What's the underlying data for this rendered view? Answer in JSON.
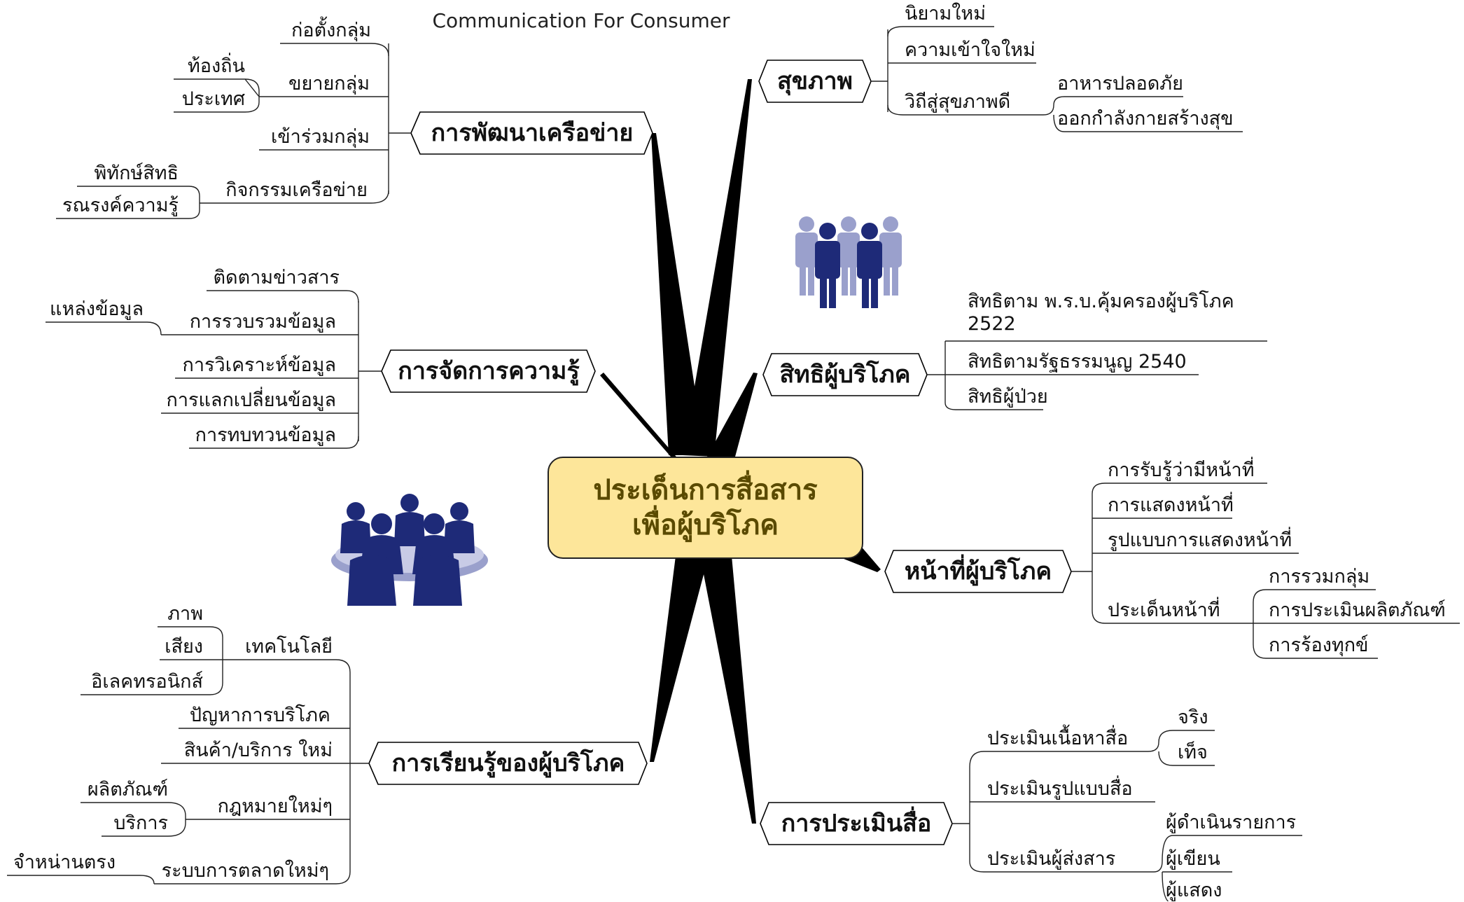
{
  "title": "Communication For Consumer",
  "central": {
    "line1": "ประเด็นการสื่อสาร",
    "line2": "เพื่อผู้บริโภค",
    "fill": "#fde69a"
  },
  "branches": {
    "network": {
      "label": "การพัฒนาเครือข่าย",
      "items": [
        "ก่อตั้งกลุ่ม",
        "ขยายกลุ่ม",
        "เข้าร่วมกลุ่ม",
        "กิจกรรมเครือข่าย"
      ],
      "sub_expand": [
        "ท้องถิ่น",
        "ประเทศ"
      ],
      "sub_activity": [
        "พิทักษ์สิทธิ",
        "รณรงค์ความรู้"
      ]
    },
    "knowledge": {
      "label": "การจัดการความรู้",
      "items": [
        "ติดตามข่าวสาร",
        "การรวบรวมข้อมูล",
        "การวิเคราะห์ข้อมูล",
        "การแลกเปลี่ยนข้อมูล",
        "การทบทวนข้อมูล"
      ],
      "sub_collect": [
        "แหล่งข้อมูล"
      ]
    },
    "learning": {
      "label": "การเรียนรู้ของผู้บริโภค",
      "items": [
        "เทคโนโลยี",
        "ปัญหาการบริโภค",
        "สินค้า/บริการ ใหม่",
        "กฎหมายใหม่ๆ",
        "ระบบการตลาดใหม่ๆ"
      ],
      "sub_tech": [
        "ภาพ",
        "เสียง",
        "อิเลคทรอนิกส์"
      ],
      "sub_law": [
        "ผลิตภัณฑ์",
        "บริการ"
      ],
      "sub_market": [
        "จำหน่านตรง"
      ]
    },
    "health": {
      "label": "สุขภาพ",
      "items": [
        "นิยามใหม่",
        "ความเข้าใจใหม่",
        "วิถีสู่สุขภาพดี"
      ],
      "sub_way": [
        "อาหารปลอดภัย",
        "ออกกำลังกายสร้างสุข"
      ]
    },
    "rights": {
      "label": "สิทธิผู้บริโภค",
      "items": [
        "สิทธิตาม พ.ร.บ.คุ้มครองผู้บริโภค 2522",
        "สิทธิตามรัฐธรรมนูญ 2540",
        "สิทธิผู้ป่วย"
      ]
    },
    "duty": {
      "label": "หน้าที่ผู้บริโภค",
      "items": [
        "การรับรู้ว่ามีหน้าที่",
        "การแสดงหน้าที่",
        "รูปแบบการแสดงหน้าที่",
        "ประเด็นหน้าที่"
      ],
      "sub_issue": [
        "การรวมกลุ่ม",
        "การประเมินผลิตภัณฑ์",
        "การร้องทุกข์"
      ]
    },
    "media": {
      "label": "การประเมินสื่อ",
      "items": [
        "ประเมินเนื้อหาสื่อ",
        "ประเมินรูปแบบสื่อ",
        "ประเมินผู้ส่งสาร"
      ],
      "sub_content": [
        "จริง",
        "เท็จ"
      ],
      "sub_sender": [
        "ผู้ดำเนินรายการ",
        "ผู้เขียน",
        "ผู้แสดง"
      ]
    }
  },
  "colors": {
    "people_dark": "#1e2a78",
    "people_light": "#9aa0cc",
    "spoke": "#000000"
  },
  "icons": [
    "people-group-icon",
    "meeting-table-icon"
  ]
}
